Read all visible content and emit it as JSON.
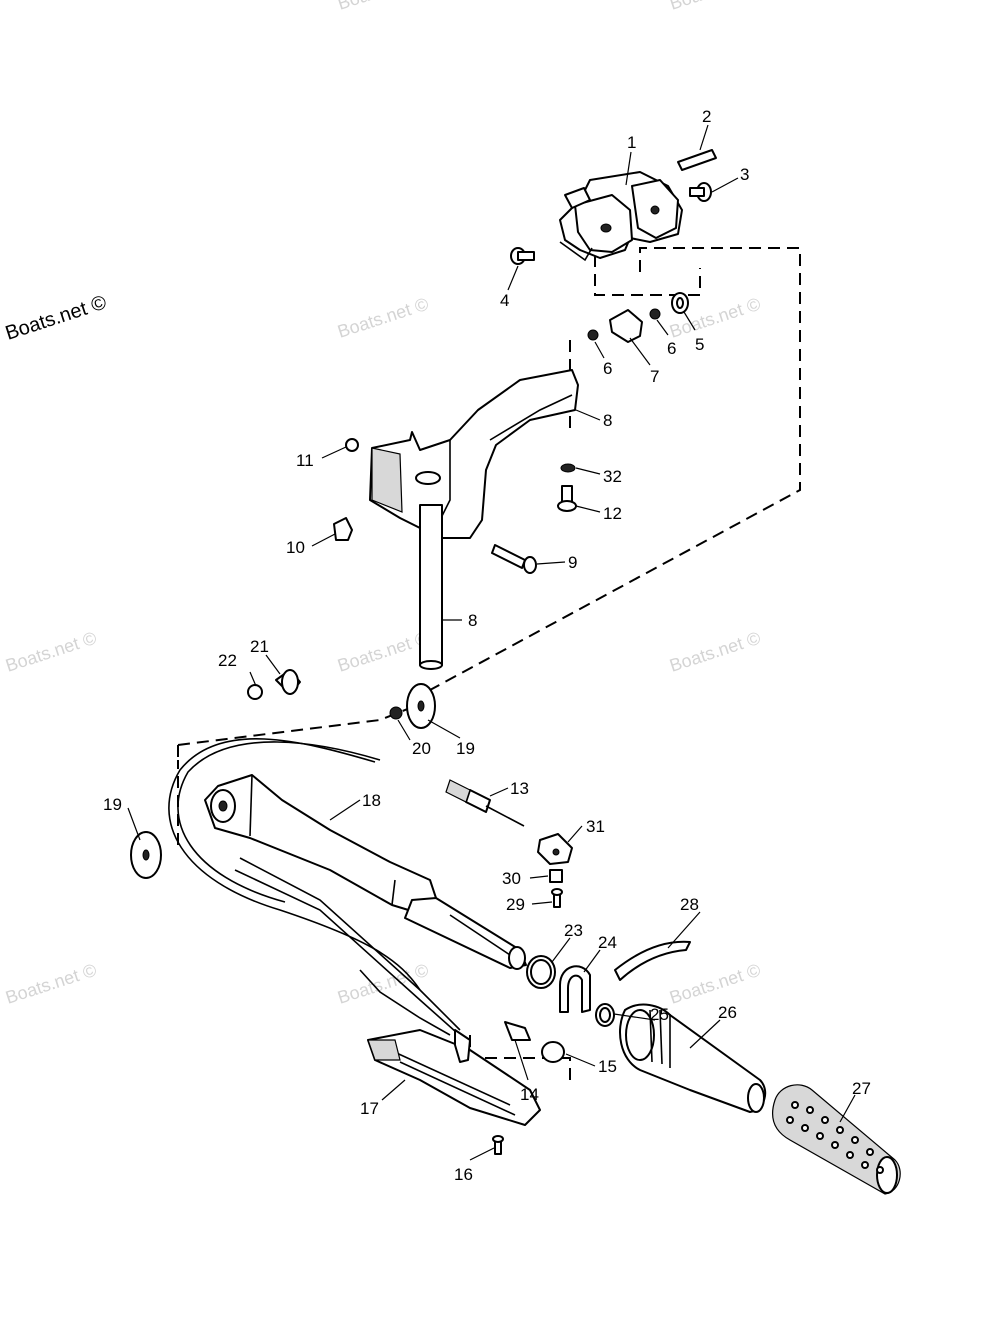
{
  "watermark": {
    "main_text": "Boats.net ©",
    "faint_text": "Boats.net ©"
  },
  "callouts": {
    "p1": "1",
    "p2": "2",
    "p3": "3",
    "p4": "4",
    "p5": "5",
    "p6a": "6",
    "p6b": "6",
    "p7": "7",
    "p8a": "8",
    "p8b": "8",
    "p9": "9",
    "p10": "10",
    "p11": "11",
    "p12": "12",
    "p13": "13",
    "p14": "14",
    "p15": "15",
    "p16": "16",
    "p17": "17",
    "p18": "18",
    "p19a": "19",
    "p19b": "19",
    "p20": "20",
    "p21": "21",
    "p22": "22",
    "p23": "23",
    "p24": "24",
    "p25": "25",
    "p26": "26",
    "p27": "27",
    "p28": "28",
    "p29": "29",
    "p30": "30",
    "p31": "31",
    "p32": "32"
  }
}
